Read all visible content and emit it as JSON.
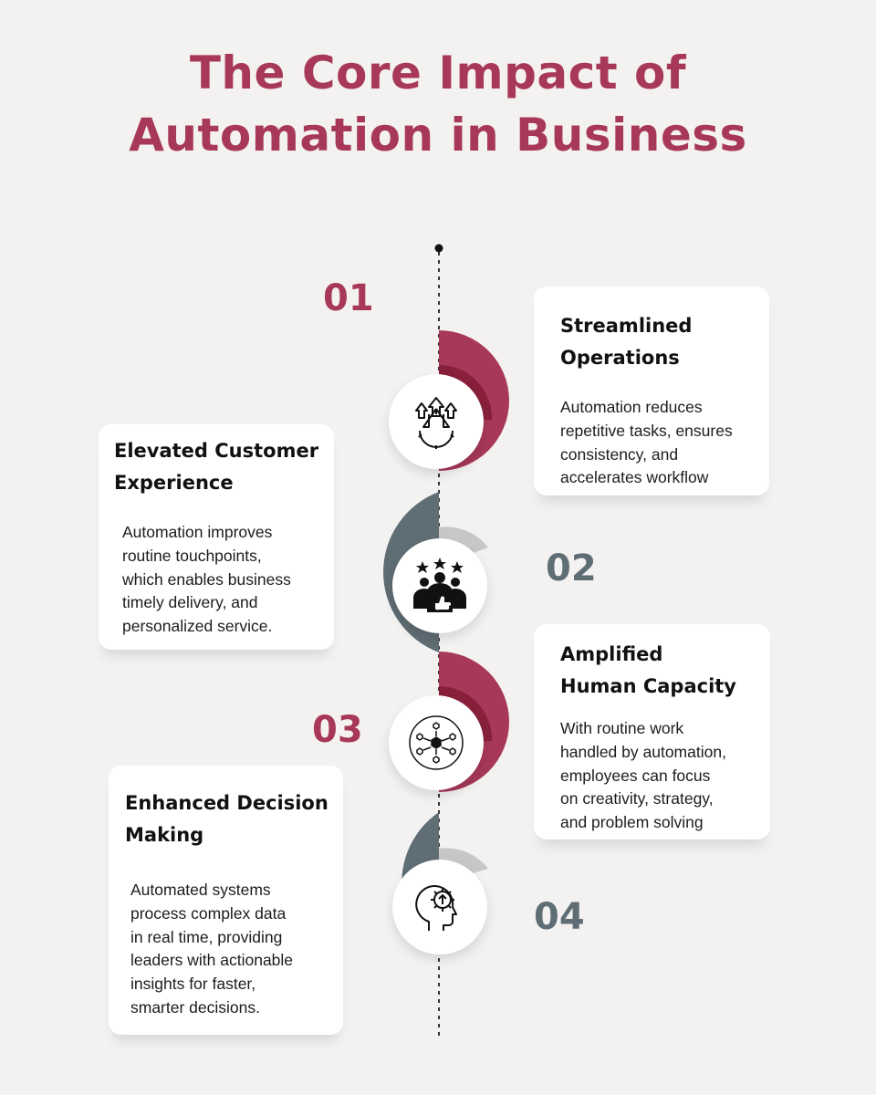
{
  "title": {
    "line1": "The Core Impact of",
    "line2": "Automation in Business"
  },
  "colors": {
    "accent": "#a8385a",
    "slate": "#5f6d74",
    "background": "#f4f2f1"
  },
  "steps": [
    {
      "number": "01",
      "title_lines": [
        "Streamlined",
        "Operations"
      ],
      "text_lines": [
        "Automation reduces",
        "repetitive tasks, ensures",
        "consistency, and",
        "accelerates workflow"
      ],
      "icon": "growth-gear-icon"
    },
    {
      "number": "02",
      "title_lines": [
        "Elevated Customer",
        "Experience"
      ],
      "text_lines": [
        "Automation improves",
        "routine touchpoints,",
        "which enables business",
        "timely delivery, and",
        "personalized service."
      ],
      "icon": "customer-rating-icon"
    },
    {
      "number": "03",
      "title_lines": [
        "Amplified",
        "Human Capacity"
      ],
      "text_lines": [
        "With routine work",
        "handled by automation,",
        "employees can focus",
        "on creativity, strategy,",
        "and problem solving"
      ],
      "icon": "network-cubes-icon"
    },
    {
      "number": "04",
      "title_lines": [
        "Enhanced Decision",
        "Making"
      ],
      "text_lines": [
        "Automated systems",
        "process complex data",
        "in real time, providing",
        "leaders with actionable",
        "insights for faster,",
        "smarter decisions."
      ],
      "icon": "brain-gear-icon"
    }
  ]
}
